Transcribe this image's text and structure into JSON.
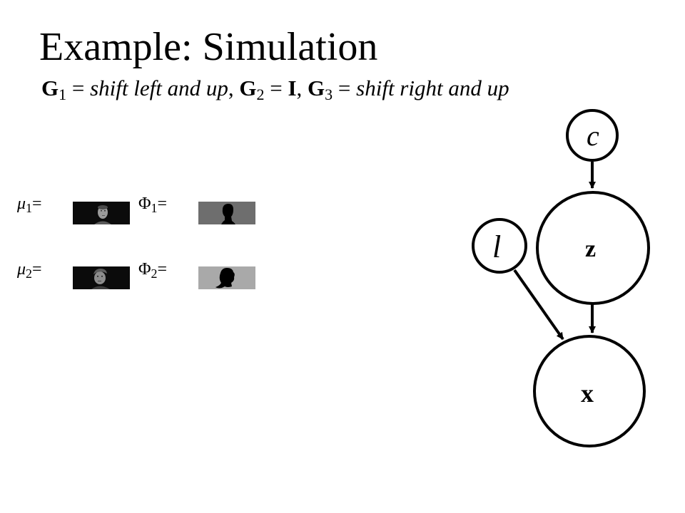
{
  "title": "Example: Simulation",
  "subtitle": {
    "g1_symbol": "G",
    "g1_index": "1",
    "eq1": " = ",
    "g1_desc": "shift left and up",
    "sep1": ",  ",
    "g2_symbol": "G",
    "g2_index": "2",
    "eq2": " = ",
    "g2_value": "I",
    "sep2": ",  ",
    "g3_symbol": "G",
    "g3_index": "3",
    "eq3": " = ",
    "g3_desc": "shift right and up"
  },
  "params": {
    "mu1": {
      "symbol": "μ",
      "index": "1",
      "eq": "="
    },
    "phi1": {
      "symbol": "Φ",
      "index": "1",
      "eq": "="
    },
    "mu2": {
      "symbol": "μ",
      "index": "2",
      "eq": "="
    },
    "phi2": {
      "symbol": "Φ",
      "index": "2",
      "eq": "="
    }
  },
  "graph": {
    "nodes": {
      "c": "c",
      "z": "z",
      "l": "l",
      "x": "x"
    },
    "edges": [
      {
        "from": "c",
        "to": "z"
      },
      {
        "from": "z",
        "to": "x"
      },
      {
        "from": "l",
        "to": "x"
      }
    ]
  },
  "colors": {
    "mu_background": "#0b0b0b",
    "phi1_background": "#6e6e6e",
    "phi2_background": "#a9a9a9",
    "silhouette": "#000000"
  }
}
